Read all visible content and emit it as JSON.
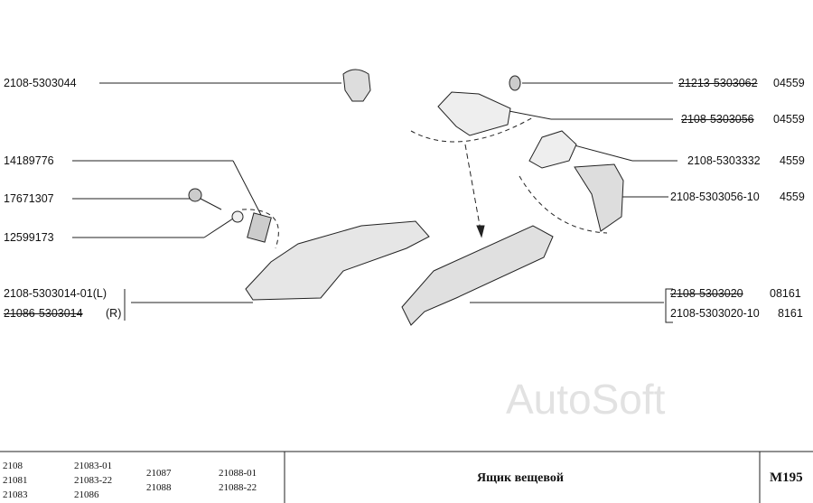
{
  "left_labels": [
    "2108-5303044",
    "14189776",
    "17671307",
    "12599173",
    "2108-5303014-01(L)",
    "21086-5303014",
    "(R)"
  ],
  "right_labels": [
    {
      "part": "21213-5303062",
      "code": "04559"
    },
    {
      "part": "2108-5303056",
      "code": "04559"
    },
    {
      "part": "2108-5303332",
      "code": "4559"
    },
    {
      "part": "2108-5303056-10",
      "code": "4559"
    },
    {
      "part": "2108-5303020",
      "code": "08161"
    },
    {
      "part": "2108-5303020-10",
      "code": "8161"
    }
  ],
  "watermark": "AutoSoft",
  "footer": {
    "models": [
      "2108",
      "21081",
      "21083",
      "21083-01",
      "21083-22",
      "21086",
      "21087",
      "21088",
      "21088-01",
      "21088-22"
    ],
    "title": "Ящик вещевой",
    "code": "M195"
  }
}
